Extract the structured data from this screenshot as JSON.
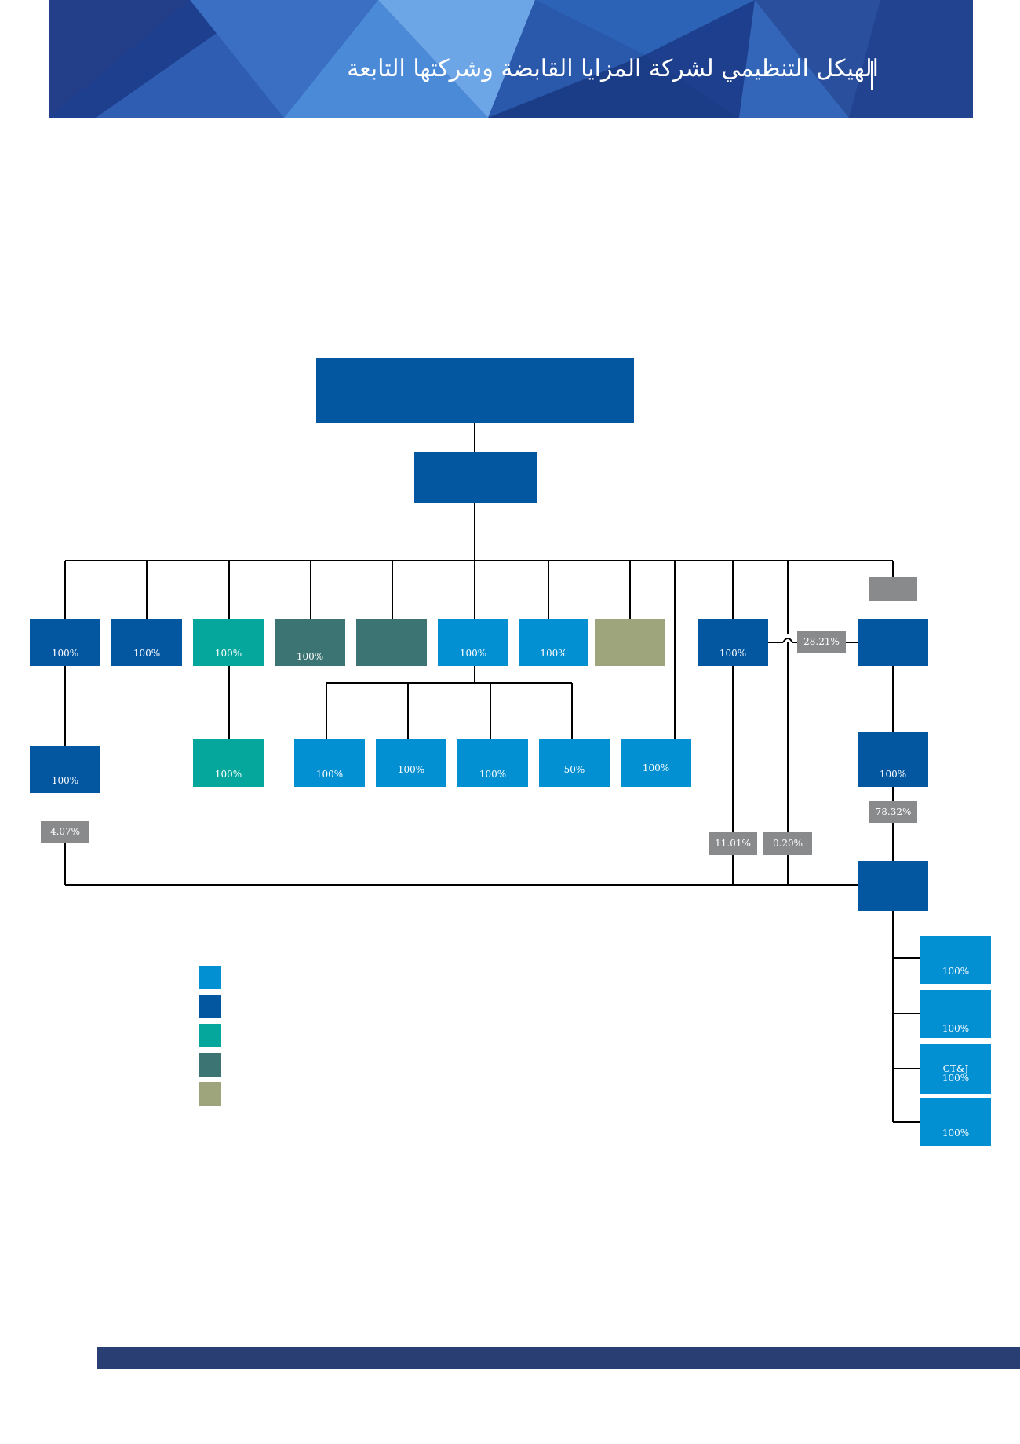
{
  "header": {
    "title": "الهيكل التنظيمي لشركة المزايا القابضة وشركتها التابعة"
  },
  "colors": {
    "dark_blue": "#0357a1",
    "light_blue": "#0390d2",
    "teal": "#05a79c",
    "dark_teal": "#3b7472",
    "olive": "#9ea57c",
    "tag_gray": "#898a8c",
    "line": "#000000",
    "footer": "#293e73"
  },
  "chart": {
    "ownership": {
      "b1": "100%",
      "b2": "100%",
      "b3": "100%",
      "b4": "100%",
      "b6": "100%",
      "b7": "100%",
      "b9": "100%",
      "c1": "100%",
      "c3": "100%",
      "c4": "100%",
      "c5": "100%",
      "c6": "100%",
      "c7": "50%",
      "c8": "100%",
      "r2": "100%",
      "r4a": "100%",
      "r4b": "100%",
      "r4c_prefix": "CT&J",
      "r4c": "100%",
      "r4d": "100%"
    },
    "tags": {
      "t1": "28.21%",
      "t2": "4.07%",
      "t3": "78.32%",
      "t4": "11.01%",
      "t5": "0.20%"
    }
  }
}
